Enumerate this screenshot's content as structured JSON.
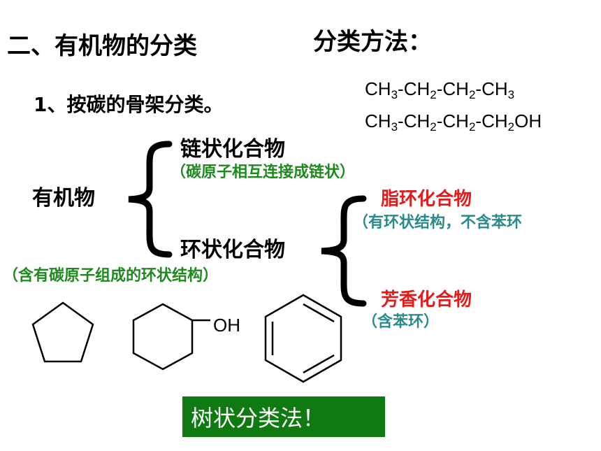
{
  "title": "二、有机物的分类",
  "method_label": "分类方法：",
  "subtitle": "1、按碳的骨架分类。",
  "formulas": {
    "f1": [
      "CH",
      "3",
      "-CH",
      "2",
      "-CH",
      "2",
      "-CH",
      "3"
    ],
    "f2": [
      "CH",
      "3",
      "-CH",
      "2",
      "-CH",
      "2",
      "-CH",
      "2",
      "OH"
    ]
  },
  "tree": {
    "root": "有机物",
    "chain": "链状化合物",
    "chain_note": "（碳原子相互连接成链状）",
    "ring": "环状化合物",
    "ring_note": "（含有碳原子组成的环状结构）",
    "alicyclic": "脂环化合物",
    "alicyclic_note": "（有环状结构，不含苯环",
    "aromatic": "芳香化合物",
    "aromatic_note": "（含苯环）"
  },
  "structures": {
    "oh_label": "OH",
    "icons": [
      "cyclopentane-icon",
      "cyclohexanol-icon",
      "benzene-icon"
    ]
  },
  "banner": "树状分类法！",
  "colors": {
    "note_green": "#1e8a1e",
    "note_teal": "#2a8a8a",
    "highlight_red": "#e31b1b",
    "banner_bg": "#0f7a12"
  }
}
